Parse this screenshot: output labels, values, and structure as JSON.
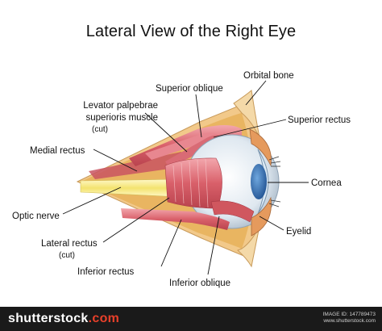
{
  "title": "Lateral View of the Right Eye",
  "labels": {
    "orbital_bone": "Orbital bone",
    "superior_oblique": "Superior oblique",
    "levator_line1": "Levator palpebrae",
    "levator_line2": "superioris muscle",
    "levator_note": "(cut)",
    "superior_rectus": "Superior rectus",
    "medial_rectus": "Medial rectus",
    "cornea": "Cornea",
    "optic_nerve": "Optic nerve",
    "eyelid": "Eyelid",
    "lateral_rectus": "Lateral rectus",
    "lateral_note": "(cut)",
    "inferior_rectus": "Inferior rectus",
    "inferior_oblique": "Inferior oblique"
  },
  "footer": {
    "brand_name": "shutterstock",
    "brand_suffix": ".com",
    "image_id": "IMAGE ID: 147789473",
    "site": "www.shutterstock.com"
  },
  "colors": {
    "bone": "#f2c98a",
    "fat": "#e9b561",
    "fat_dark": "#d79a44",
    "muscle": "#d9606a",
    "muscle_light": "#f0a0a6",
    "nerve": "#f7ee9a",
    "eyeball": "#e8f0f6",
    "iris": "#2f6fb3"
  }
}
